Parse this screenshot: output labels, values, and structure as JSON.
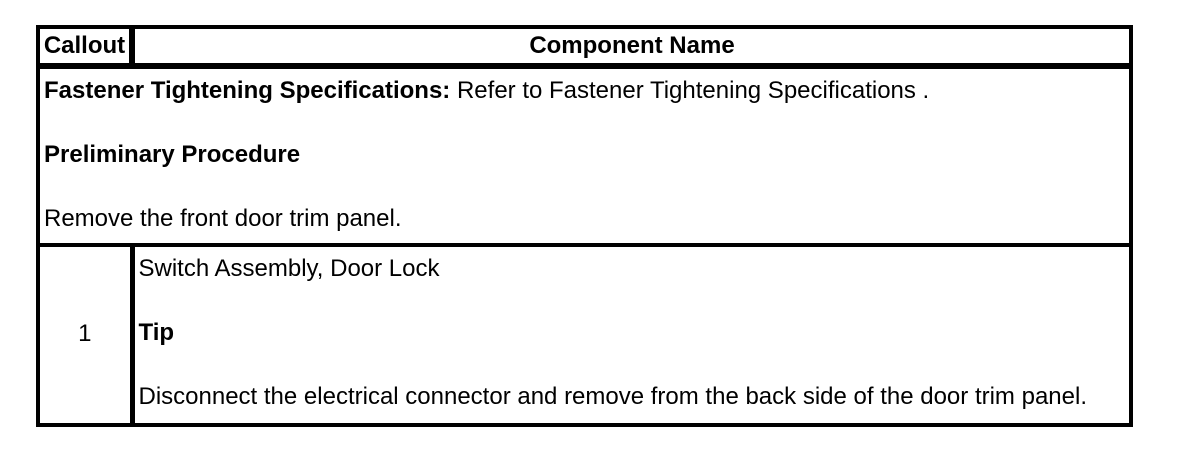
{
  "colors": {
    "border": "#000000",
    "text": "#000000",
    "background": "#ffffff"
  },
  "table": {
    "header": {
      "callout": "Callout",
      "component_name": "Component Name"
    },
    "preliminary": {
      "fastener_label": "Fastener Tightening Specifications:",
      "fastener_text": " Refer to Fastener Tightening Specifications .",
      "procedure_heading": "Preliminary Procedure",
      "procedure_step": "Remove the front door trim panel."
    },
    "components": [
      {
        "callout": "1",
        "name": "Switch Assembly, Door Lock",
        "tip_heading": "Tip",
        "tip_text": "Disconnect the electrical connector and remove from the back side of the door trim panel."
      }
    ]
  }
}
